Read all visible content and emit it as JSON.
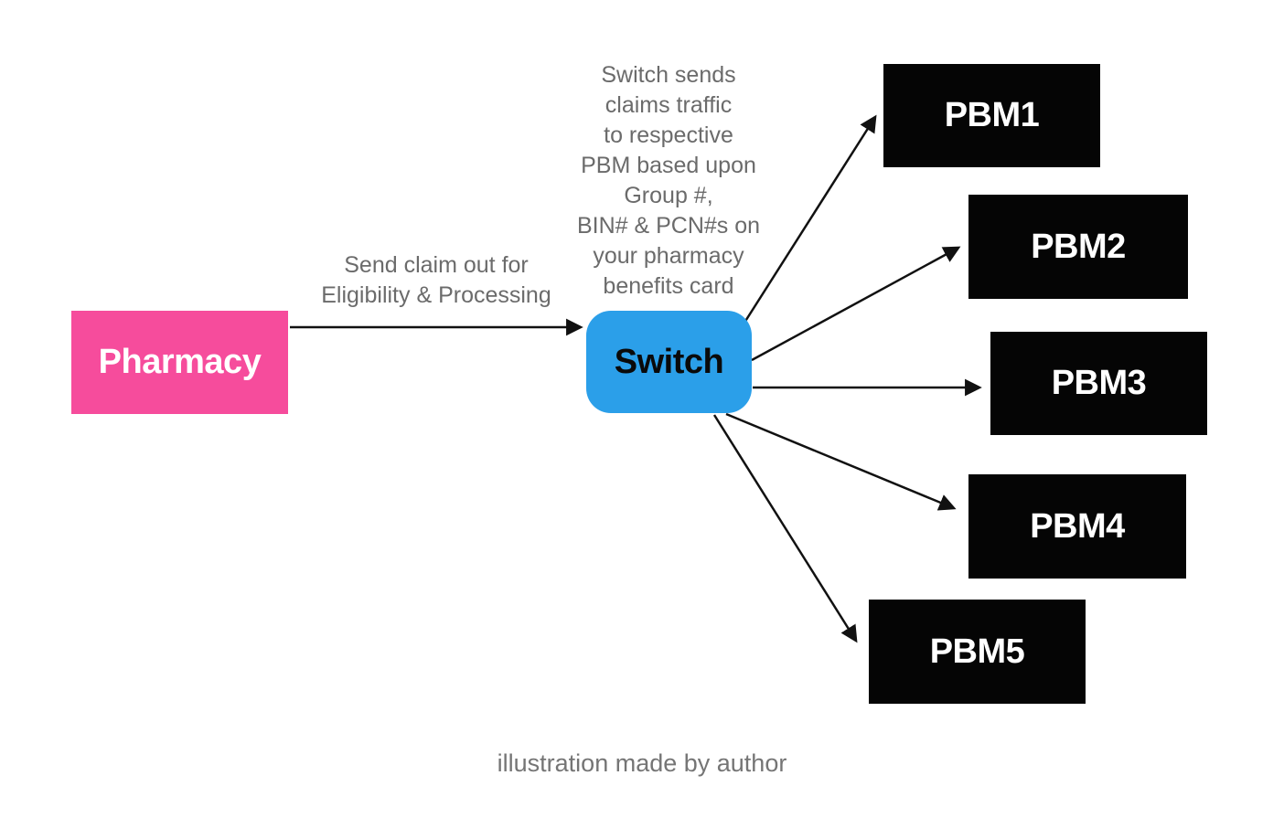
{
  "nodes": {
    "pharmacy": {
      "label": "Pharmacy",
      "color": "#f64c9c",
      "text_color": "#ffffff"
    },
    "switch": {
      "label": "Switch",
      "color": "#2b9fe9",
      "text_color": "#0a0a0a"
    },
    "pbms": [
      {
        "label": "PBM1"
      },
      {
        "label": "PBM2"
      },
      {
        "label": "PBM3"
      },
      {
        "label": "PBM4"
      },
      {
        "label": "PBM5"
      }
    ],
    "pbm_color": "#050505",
    "pbm_text_color": "#ffffff"
  },
  "annotations": {
    "claim_label": "Send claim out for\nEligibility & Processing",
    "switch_note": "Switch sends\nclaims traffic\nto respective\nPBM based upon\nGroup #,\nBIN# & PCN#s on\nyour pharmacy\nbenefits card",
    "caption": "illustration made by author",
    "text_color": "#6b6b6b",
    "caption_color": "#757575"
  },
  "arrows": {
    "color": "#111111",
    "connections": [
      {
        "from": "Pharmacy",
        "to": "Switch"
      },
      {
        "from": "Switch",
        "to": "PBM1"
      },
      {
        "from": "Switch",
        "to": "PBM2"
      },
      {
        "from": "Switch",
        "to": "PBM3"
      },
      {
        "from": "Switch",
        "to": "PBM4"
      },
      {
        "from": "Switch",
        "to": "PBM5"
      }
    ]
  }
}
